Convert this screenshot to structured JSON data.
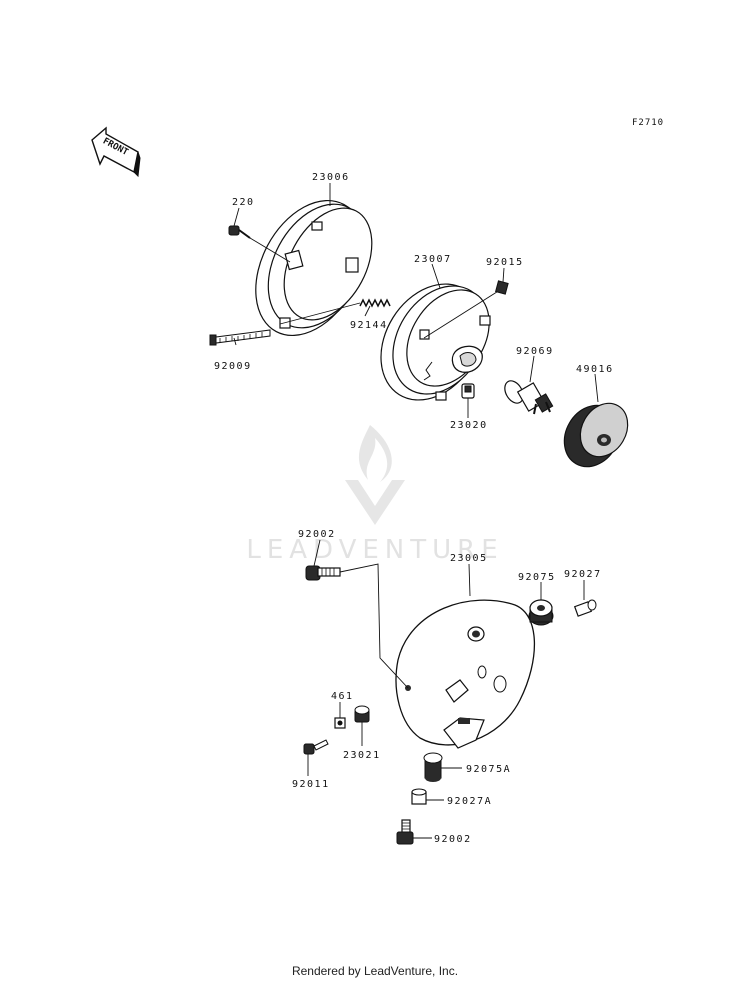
{
  "diagram_code": "F2710",
  "front_arrow_label": "FRONT",
  "watermark": {
    "brand": "LEADVENTURE"
  },
  "parts": {
    "p220": "220",
    "p23006": "23006",
    "p92009": "92009",
    "p92144": "92144",
    "p23007": "23007",
    "p92015": "92015",
    "p92069": "92069",
    "p49016": "49016",
    "p23020": "23020",
    "p92002_top": "92002",
    "p23005": "23005",
    "p92075": "92075",
    "p92027": "92027",
    "p461": "461",
    "p23021": "23021",
    "p92011": "92011",
    "p92075A": "92075A",
    "p92027A": "92027A",
    "p92002_bottom": "92002"
  },
  "footer": "Rendered by LeadVenture, Inc."
}
